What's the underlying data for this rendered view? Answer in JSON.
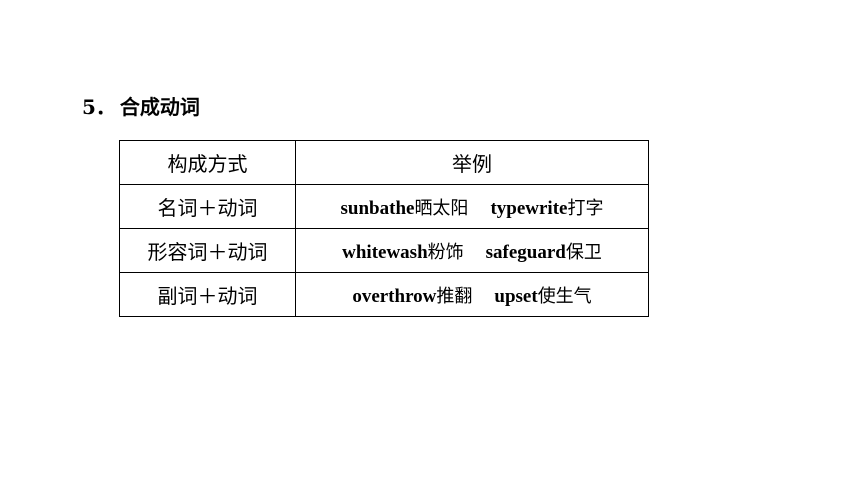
{
  "section": {
    "number": "5．",
    "title": "合成动词"
  },
  "table": {
    "headers": [
      "构成方式",
      "举例"
    ],
    "rows": [
      {
        "method": "名词＋动词",
        "examples": [
          {
            "en": "sunbathe",
            "zh": "晒太阳"
          },
          {
            "en": "typewrite",
            "zh": "打字"
          }
        ]
      },
      {
        "method": "形容词＋动词",
        "examples": [
          {
            "en": "whitewash",
            "zh": "粉饰"
          },
          {
            "en": "safeguard",
            "zh": "保卫"
          }
        ]
      },
      {
        "method": "副词＋动词",
        "examples": [
          {
            "en": "overthrow",
            "zh": "推翻"
          },
          {
            "en": "upset",
            "zh": "使生气"
          }
        ]
      }
    ]
  }
}
